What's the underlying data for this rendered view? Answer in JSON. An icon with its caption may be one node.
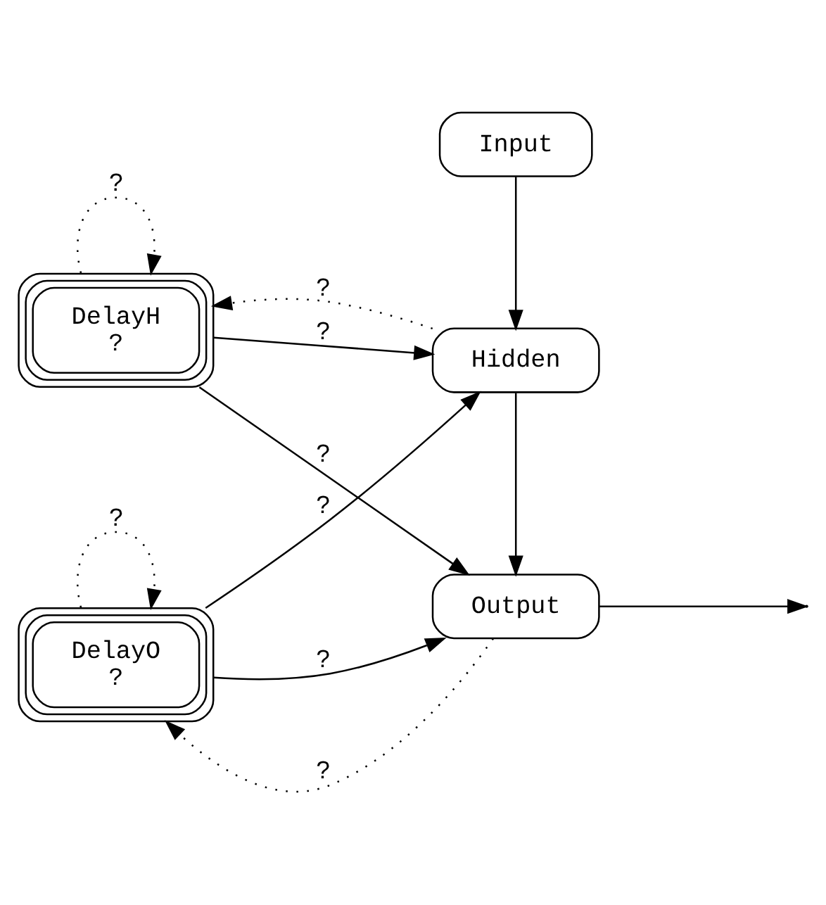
{
  "diagram": {
    "nodes": [
      {
        "text": [
          "DelayO",
          "?"
        ]
      },
      {
        "text": [
          "Output"
        ]
      },
      {
        "text": [
          "DelayH",
          "?"
        ]
      },
      {
        "text": [
          "Hidden"
        ]
      },
      {
        "text": [
          "Input"
        ]
      }
    ],
    "edges": [
      {
        "from": 1,
        "to": null,
        "arrow": "to"
      },
      {
        "from": 1,
        "to": 0,
        "arrow": "to",
        "label": "?",
        "style": "dashed"
      },
      {
        "from": 0,
        "to": 0,
        "arrow": "to",
        "label": "?",
        "style": "dashed"
      },
      {
        "from": 0,
        "to": 1,
        "arrow": "to",
        "label": "?"
      },
      {
        "from": 0,
        "to": 3,
        "arrow": "to",
        "label": "?"
      },
      {
        "from": 2,
        "to": 1,
        "arrow": "to",
        "label": "?"
      },
      {
        "from": 2,
        "to": 3,
        "arrow": "to",
        "label": "?"
      },
      {
        "from": 2,
        "to": 2,
        "arrow": "to",
        "label": "?",
        "style": "dashed"
      },
      {
        "from": 3,
        "to": 1,
        "arrow": "to"
      },
      {
        "from": 3,
        "to": 2,
        "arrow": "to",
        "label": "?",
        "style": "dashed"
      },
      {
        "from": 4,
        "to": 3,
        "arrow": "to"
      }
    ]
  }
}
